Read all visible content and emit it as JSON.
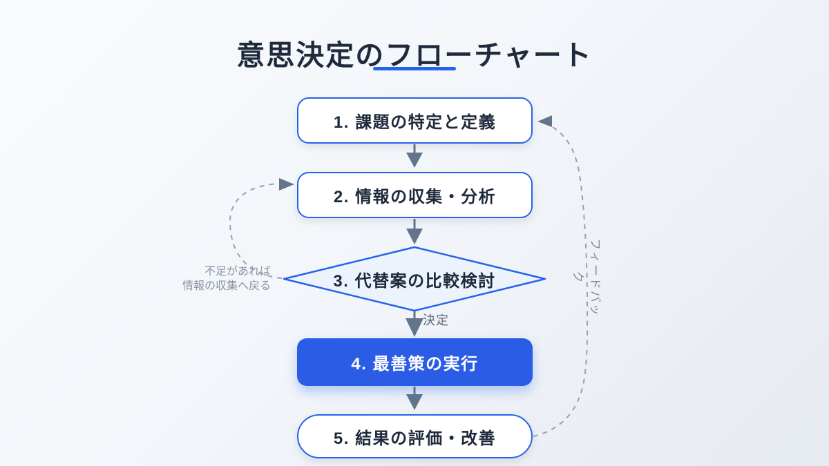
{
  "title": {
    "text": "意思決定のフローチャート"
  },
  "flow": {
    "steps": [
      {
        "label": "1. 課題の特定と定義",
        "shape": "rect-outline"
      },
      {
        "label": "2. 情報の収集・分析",
        "shape": "rect-outline"
      },
      {
        "label": "3. 代替案の比較検討",
        "shape": "diamond"
      },
      {
        "label": "4. 最善策の実行",
        "shape": "rect-filled"
      },
      {
        "label": "5. 結果の評価・改善",
        "shape": "rect-pill-outline"
      }
    ],
    "edge_labels": {
      "decision": "決定",
      "feedback": "フィードバック",
      "return_note_line1": "不足があれば",
      "return_note_line2": "情報の収集へ戻る"
    }
  },
  "colors": {
    "accent_blue": "#2563eb",
    "filled_node_blue": "#2b5ce6",
    "diamond_fill": "#edf3fd",
    "title_text": "#1f2b3d",
    "node_text": "#1e2a3c",
    "arrow_gray": "#64748b",
    "dashed_line_gray": "#97a1b2",
    "note_text_gray": "#8a94a4",
    "background_start": "#f9fbfd",
    "background_end": "#e6eaf1"
  }
}
